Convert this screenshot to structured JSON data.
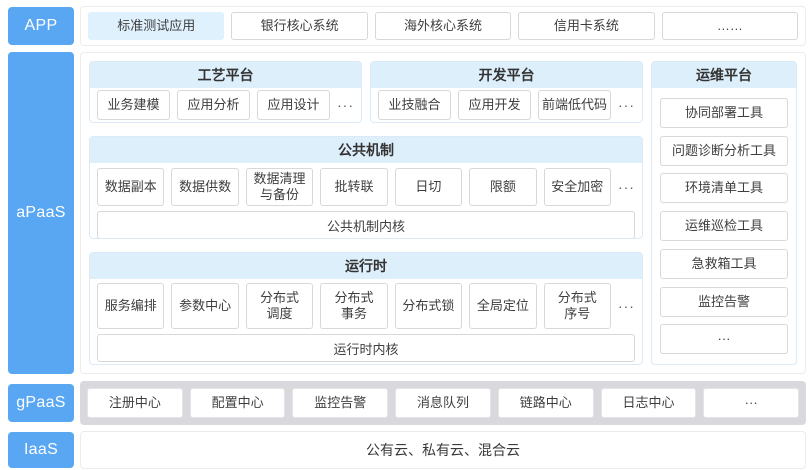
{
  "palette": {
    "layer_label_blue": "#59A7F3",
    "platform_header_bg": "#DEEFFC",
    "highlighted_app_bg": "#DFF1FD",
    "gpaas_band_gray": "#D9D9DD",
    "node_border_gray": "#D8D8D8"
  },
  "layers": {
    "app": {
      "label": "APP",
      "items": [
        "标准测试应用",
        "银行核心系统",
        "海外核心系统",
        "信用卡系统",
        "……"
      ]
    },
    "apaas": {
      "label": "aPaaS",
      "craft": {
        "title": "工艺平台",
        "items": [
          "业务建模",
          "应用分析",
          "应用设计"
        ],
        "more": "···"
      },
      "dev": {
        "title": "开发平台",
        "items": [
          "业技融合",
          "应用开发",
          "前端低代码"
        ],
        "more": "···"
      },
      "ops": {
        "title": "运维平台",
        "items": [
          "协同部署工具",
          "问题诊断分析工具",
          "环境清单工具",
          "运维巡检工具",
          "急救箱工具",
          "监控告警",
          "···"
        ]
      },
      "common": {
        "title": "公共机制",
        "items": [
          "数据副本",
          "数据供数",
          "数据清理\n与备份",
          "批转联",
          "日切",
          "限额",
          "安全加密"
        ],
        "more": "···",
        "kernel": "公共机制内核"
      },
      "runtime": {
        "title": "运行时",
        "items": [
          "服务编排",
          "参数中心",
          "分布式\n调度",
          "分布式\n事务",
          "分布式锁",
          "全局定位",
          "分布式\n序号"
        ],
        "more": "···",
        "kernel": "运行时内核"
      }
    },
    "gpaas": {
      "label": "gPaaS",
      "items": [
        "注册中心",
        "配置中心",
        "监控告警",
        "消息队列",
        "链路中心",
        "日志中心",
        "···"
      ]
    },
    "iaas": {
      "label": "IaaS",
      "text": "公有云、私有云、混合云"
    }
  }
}
